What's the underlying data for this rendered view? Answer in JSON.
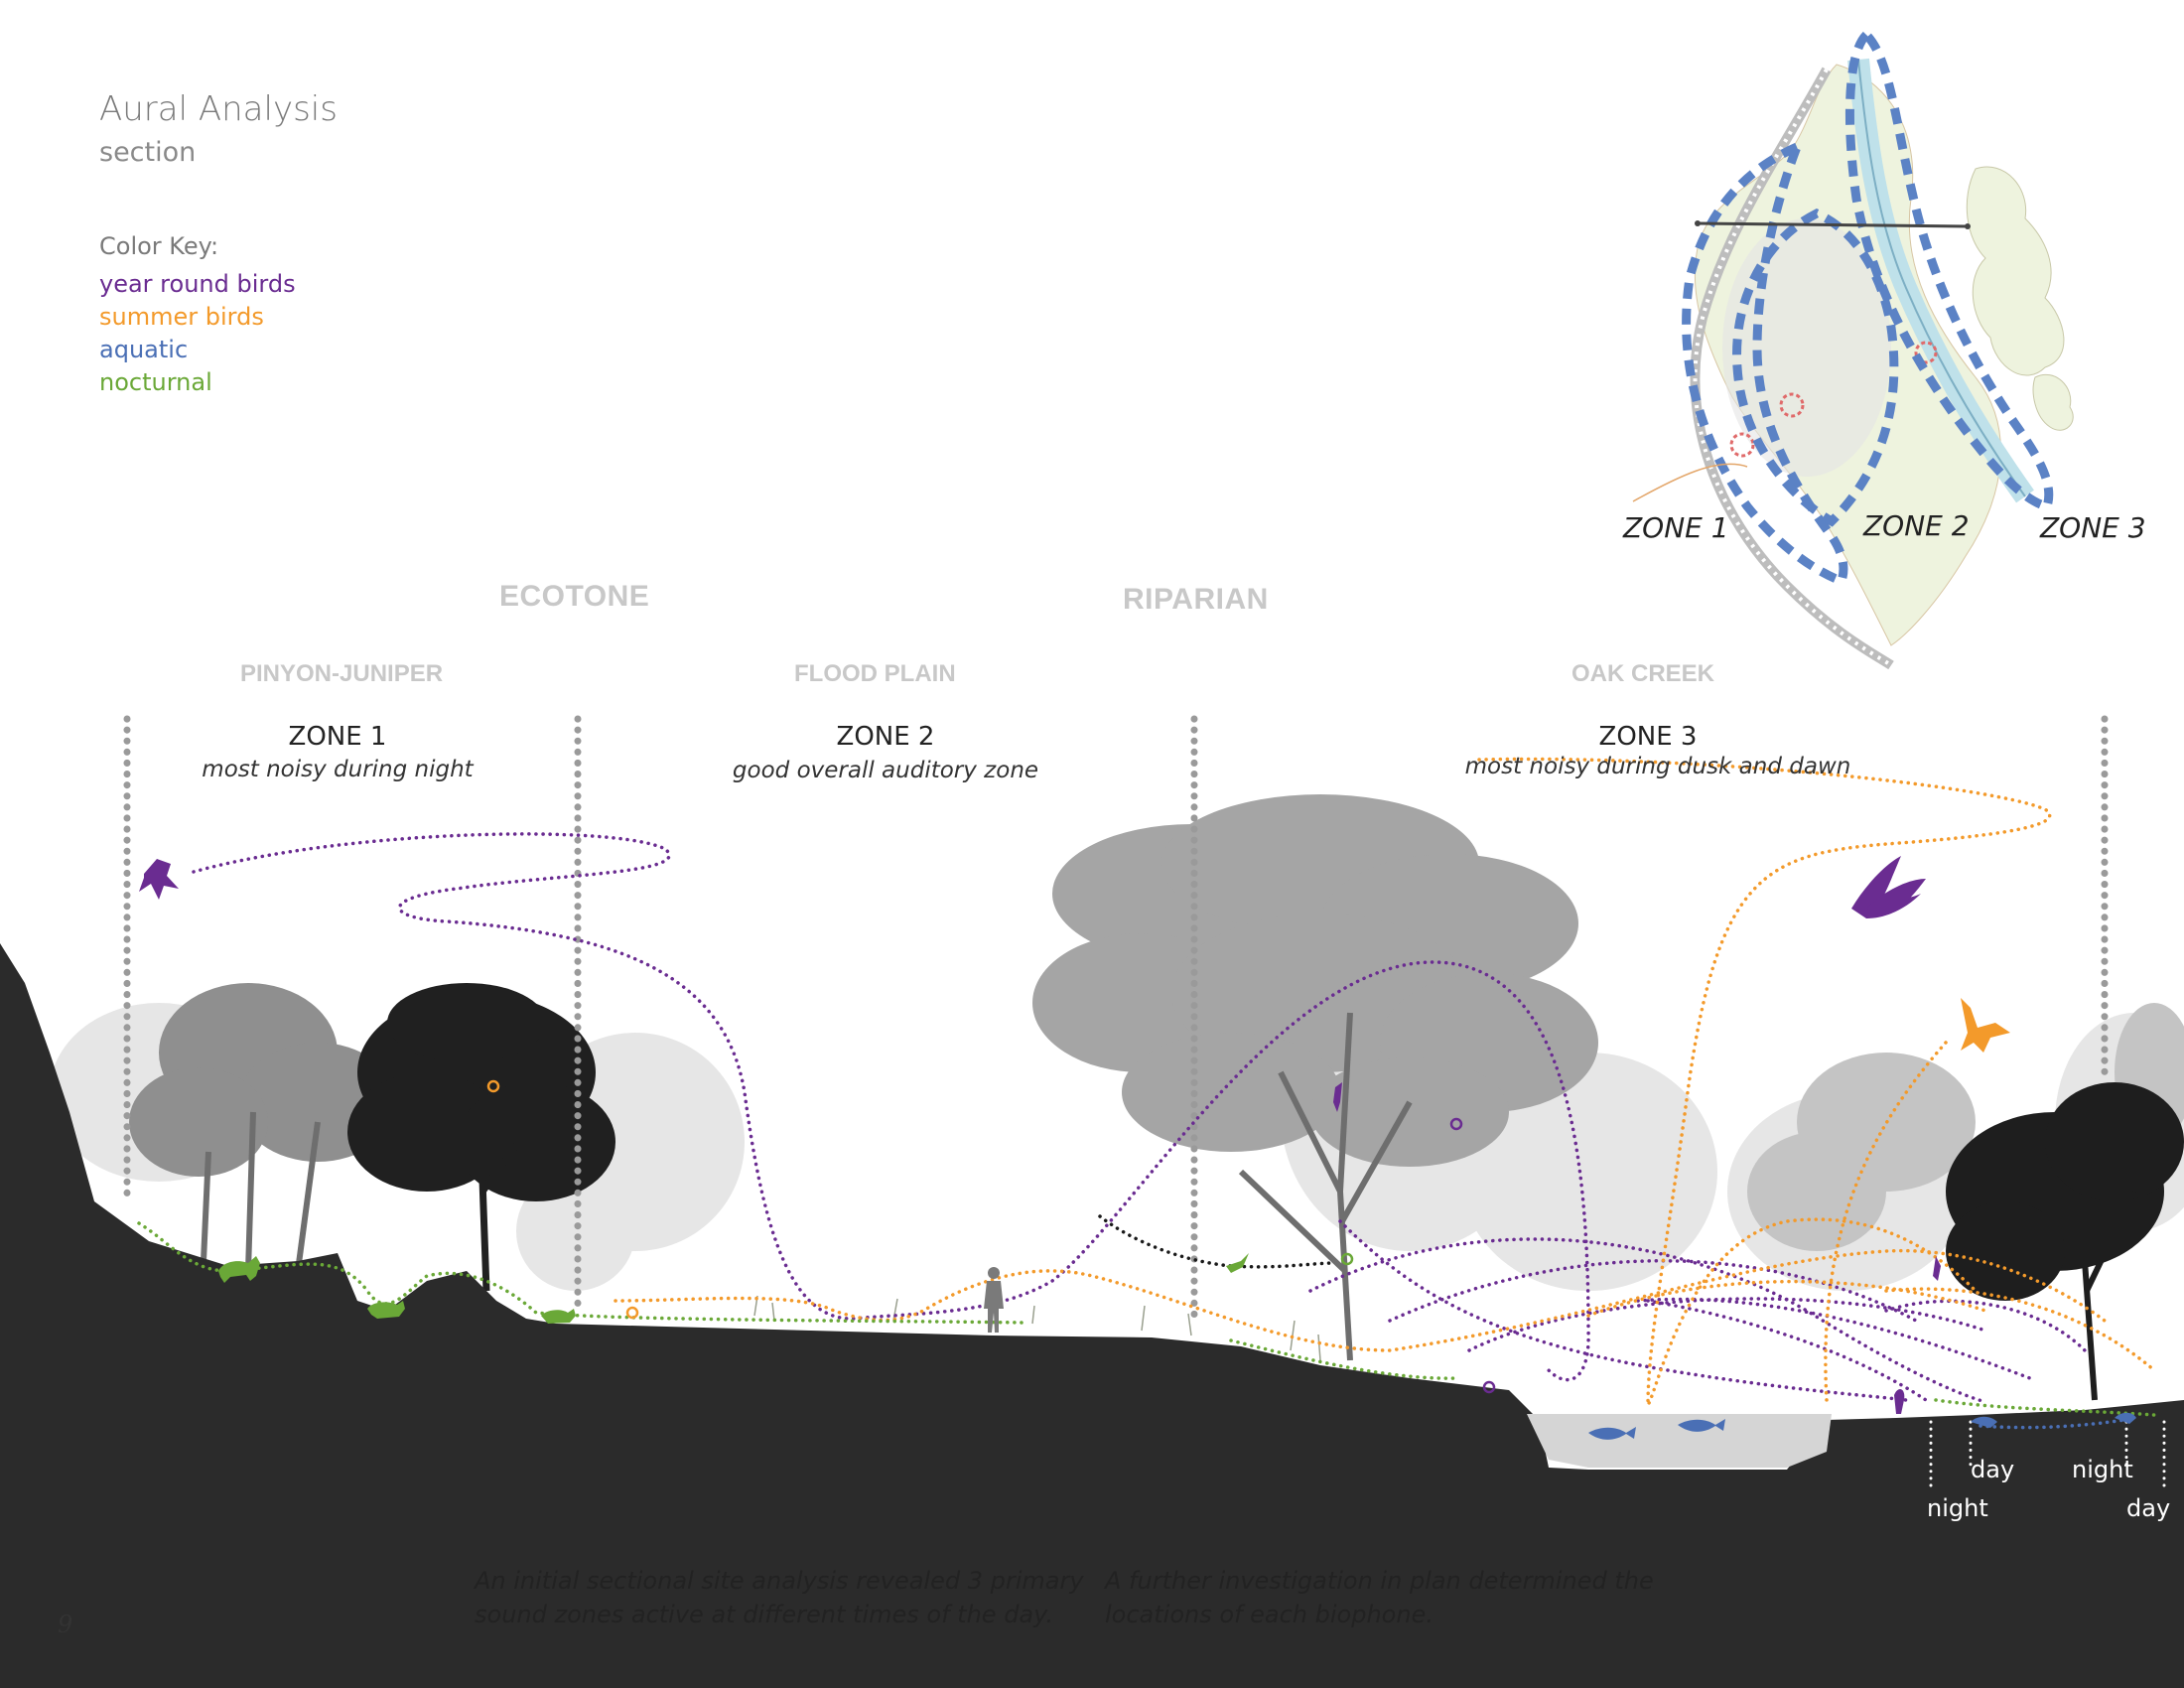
{
  "header": {
    "title": "Aural Analysis",
    "subtitle": "section"
  },
  "color_key": {
    "heading": "Color Key:",
    "items": [
      {
        "label": "year round birds",
        "color": "#6a2c91"
      },
      {
        "label": "summer birds",
        "color": "#f39a2b"
      },
      {
        "label": "aquatic",
        "color": "#4a6fb5"
      },
      {
        "label": "nocturnal",
        "color": "#6aa837"
      }
    ]
  },
  "regions": {
    "ecotone": "ECOTONE",
    "riparian": "RIPARIAN"
  },
  "subregions": {
    "pinyon_juniper": "PINYON-JUNIPER",
    "flood_plain": "FLOOD PLAIN",
    "oak_creek": "OAK CREEK"
  },
  "zones": [
    {
      "title": "ZONE 1",
      "description": "most noisy during night"
    },
    {
      "title": "ZONE 2",
      "description": "good overall auditory zone"
    },
    {
      "title": "ZONE 3",
      "description": "most noisy during dusk and dawn"
    }
  ],
  "map_labels": [
    "ZONE 1",
    "ZONE 2",
    "ZONE 3"
  ],
  "time_labels": {
    "day1": "day",
    "night1": "night",
    "night2": "night",
    "day2": "day"
  },
  "captions": {
    "left": [
      "An initial sectional site analysis revealed 3 primary",
      "sound zones active at different times of the day."
    ],
    "right": [
      "A further investigation in plan determined the",
      "locations of each biophone."
    ]
  },
  "page_number": "9"
}
